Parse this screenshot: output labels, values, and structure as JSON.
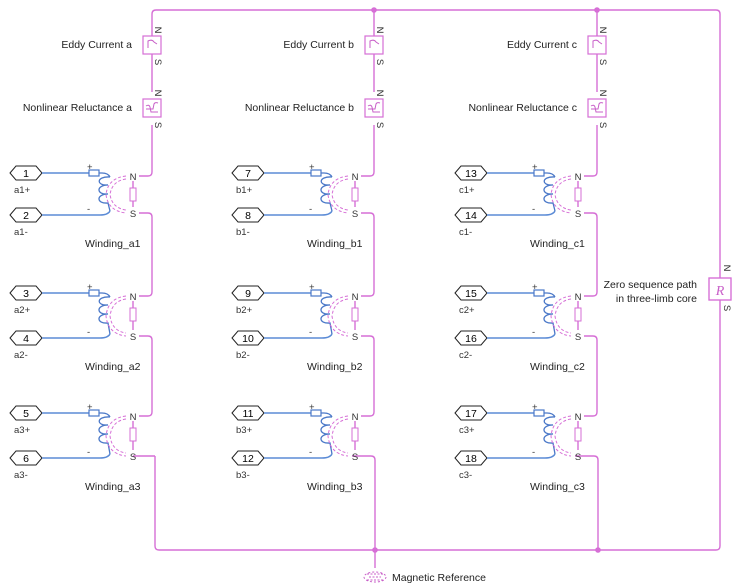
{
  "diagram": {
    "title": "Three-phase three-limb transformer magnetic core model",
    "colors": {
      "magnetic_wire": "#d66fd6",
      "electrical_wire": "#5b8bd6",
      "text": "#222222"
    },
    "limbs": [
      {
        "phase": "a",
        "eddy_label": "Eddy Current a",
        "reluctance_label": "Nonlinear Reluctance a",
        "windings": [
          {
            "name": "Winding_a1",
            "pos_port": "1",
            "pos_label": "a1+",
            "neg_port": "2",
            "neg_label": "a1-"
          },
          {
            "name": "Winding_a2",
            "pos_port": "3",
            "pos_label": "a2+",
            "neg_port": "4",
            "neg_label": "a2-"
          },
          {
            "name": "Winding_a3",
            "pos_port": "5",
            "pos_label": "a3+",
            "neg_port": "6",
            "neg_label": "a3-"
          }
        ]
      },
      {
        "phase": "b",
        "eddy_label": "Eddy Current b",
        "reluctance_label": "Nonlinear Reluctance b",
        "windings": [
          {
            "name": "Winding_b1",
            "pos_port": "7",
            "pos_label": "b1+",
            "neg_port": "8",
            "neg_label": "b1-"
          },
          {
            "name": "Winding_b2",
            "pos_port": "9",
            "pos_label": "b2+",
            "neg_port": "10",
            "neg_label": "b2-"
          },
          {
            "name": "Winding_b3",
            "pos_port": "11",
            "pos_label": "b3+",
            "neg_port": "12",
            "neg_label": "b3-"
          }
        ]
      },
      {
        "phase": "c",
        "eddy_label": "Eddy Current c",
        "reluctance_label": "Nonlinear Reluctance c",
        "windings": [
          {
            "name": "Winding_c1",
            "pos_port": "13",
            "pos_label": "c1+",
            "neg_port": "14",
            "neg_label": "c1-"
          },
          {
            "name": "Winding_c2",
            "pos_port": "15",
            "pos_label": "c2+",
            "neg_port": "16",
            "neg_label": "c2-"
          },
          {
            "name": "Winding_c3",
            "pos_port": "17",
            "pos_label": "c3+",
            "neg_port": "18",
            "neg_label": "c3-"
          }
        ]
      }
    ],
    "zero_sequence": {
      "label_line1": "Zero sequence path",
      "label_line2": "in three-limb core"
    },
    "reference_label": "Magnetic Reference",
    "port_labels": {
      "north": "N",
      "south": "S",
      "plus": "+",
      "minus": "-"
    }
  }
}
